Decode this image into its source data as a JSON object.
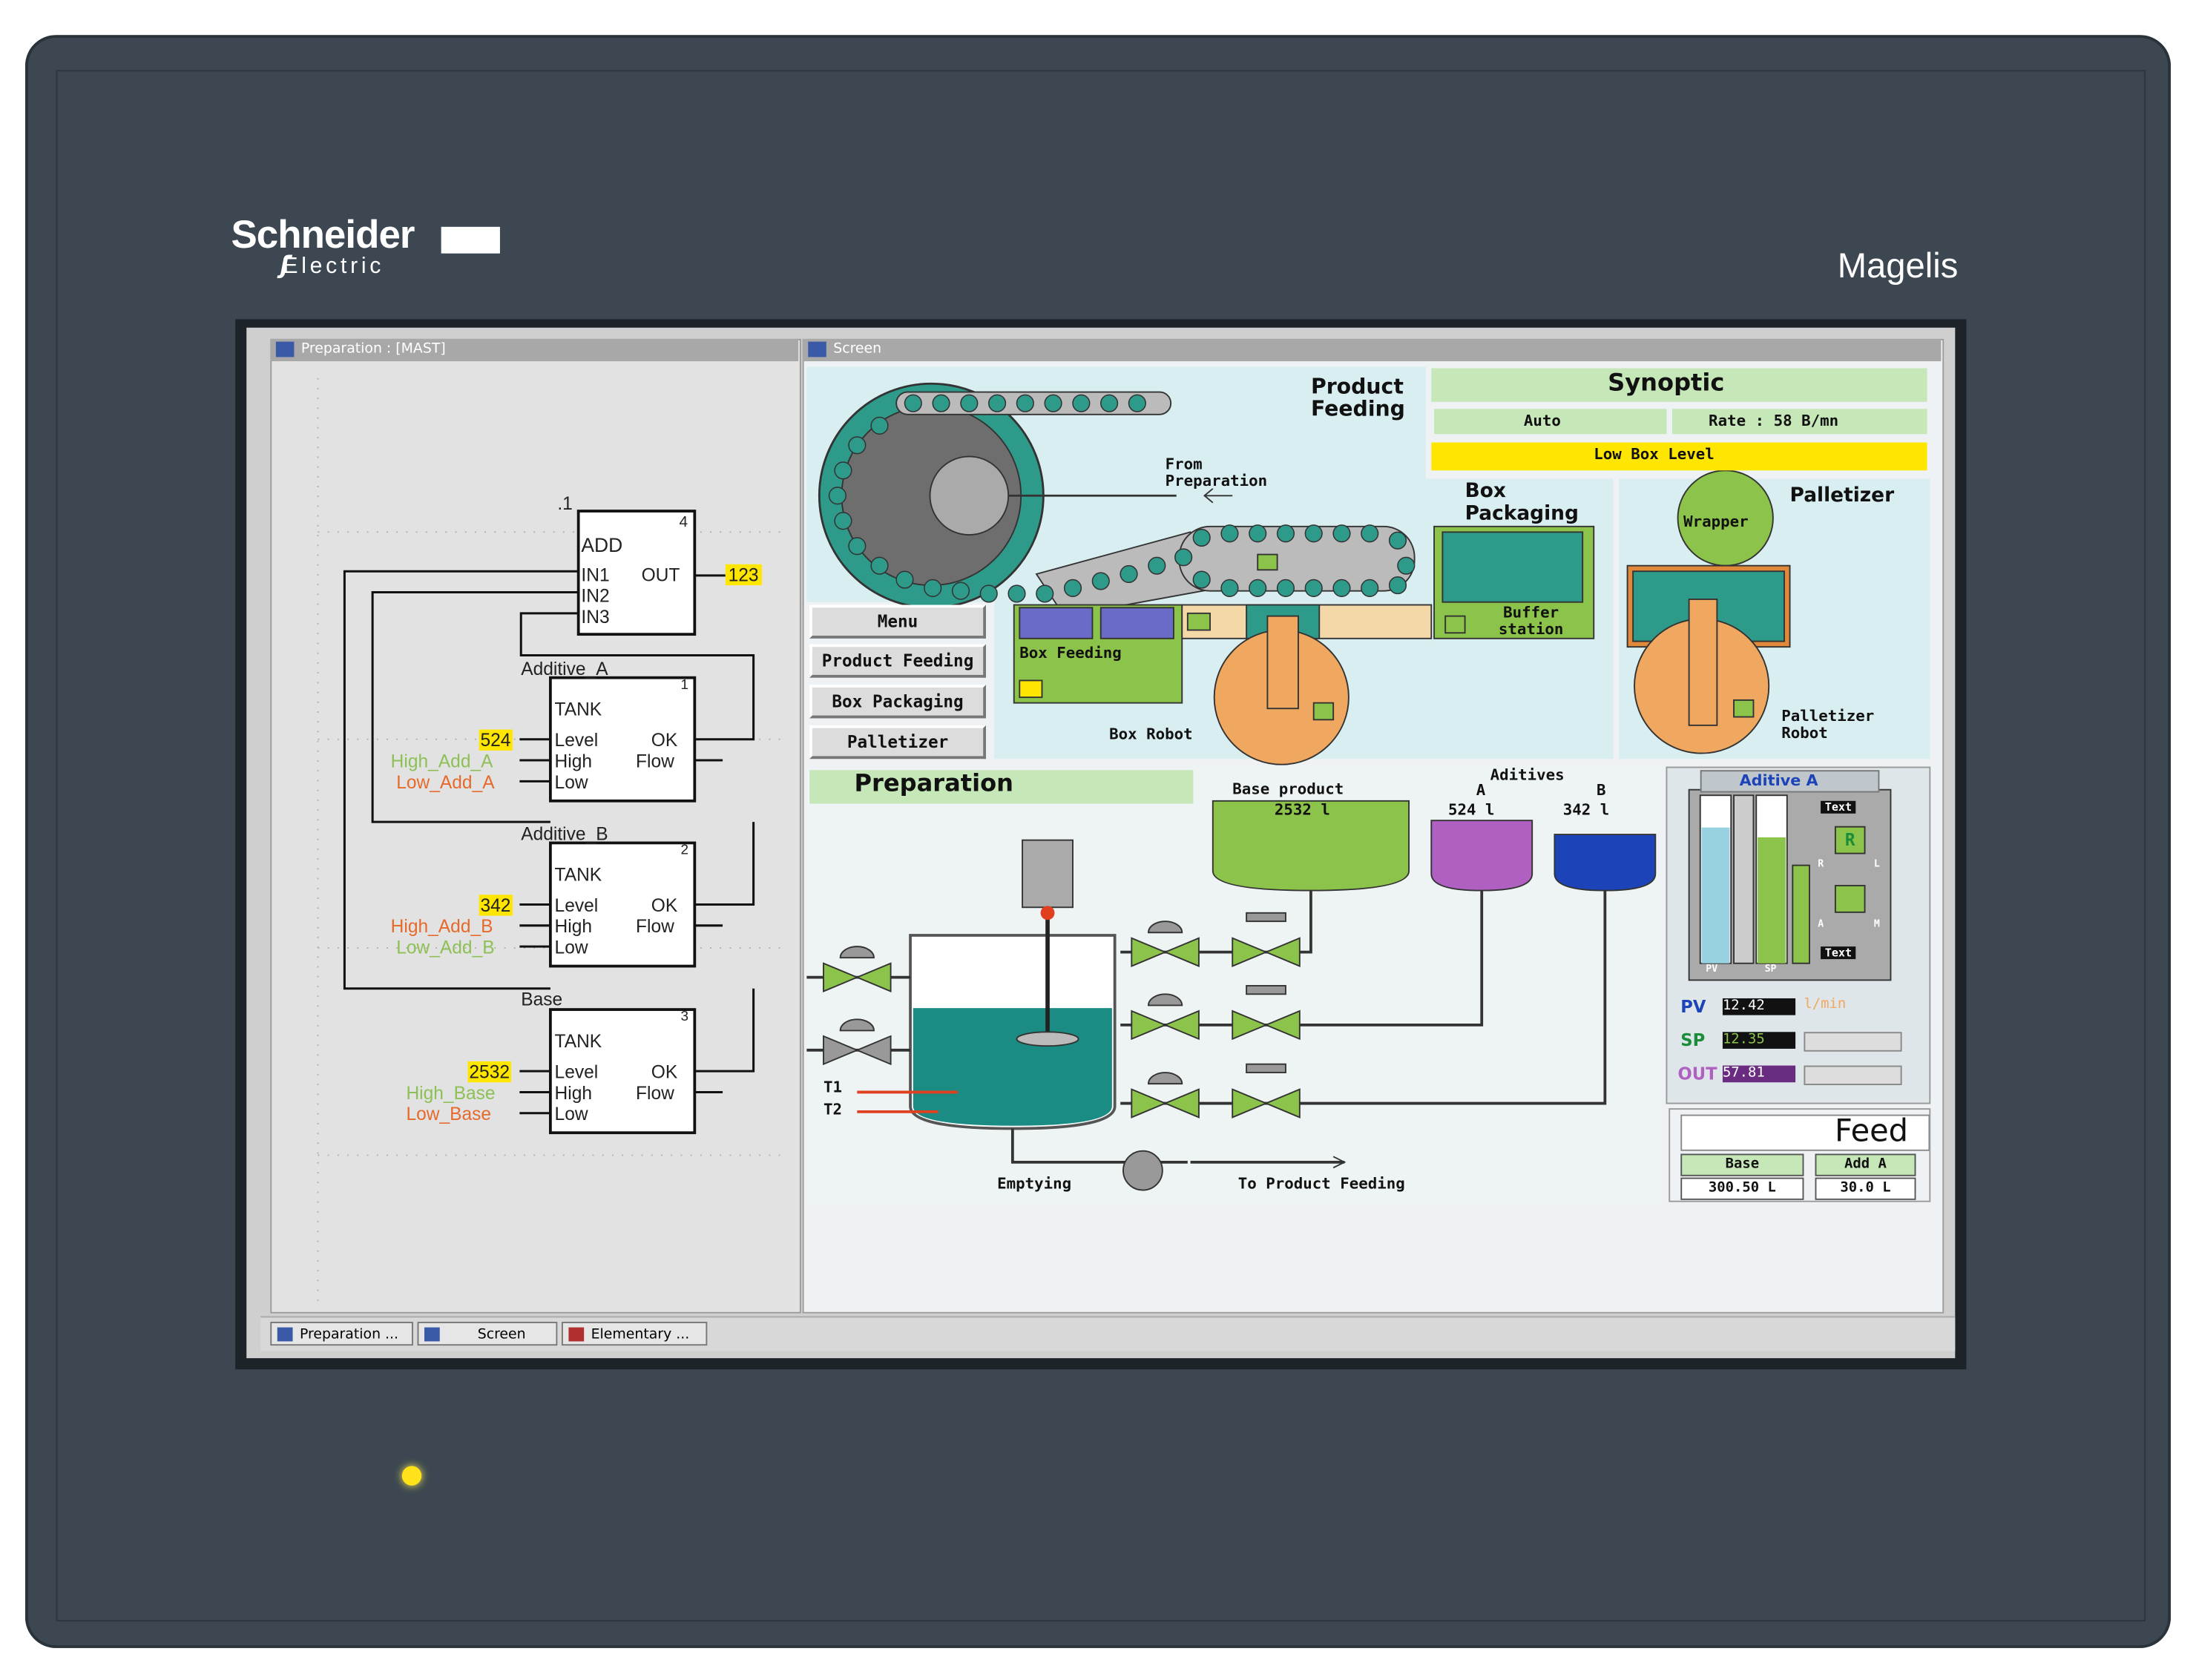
{
  "device": {
    "brand": "Schneider",
    "brand_sub": "Electric",
    "model": "Magelis"
  },
  "left_pane": {
    "title": "Preparation : [MAST]",
    "rung_number": ".1",
    "add_block": {
      "name": "ADD",
      "index": "4",
      "in1": "IN1",
      "in2": "IN2",
      "in3": "IN3",
      "out": "OUT",
      "out_value": "123"
    },
    "tanks": [
      {
        "header": "Additive_A",
        "index": "1",
        "name": "TANK",
        "level_value": "524",
        "high_label": "High_Add_A",
        "low_label": "Low_Add_A",
        "pin_level": "Level",
        "pin_high": "High",
        "pin_low": "Low",
        "pin_ok": "OK",
        "pin_flow": "Flow"
      },
      {
        "header": "Additive_B",
        "index": "2",
        "name": "TANK",
        "level_value": "342",
        "high_label": "High_Add_B",
        "low_label": "Low_Add_B",
        "pin_level": "Level",
        "pin_high": "High",
        "pin_low": "Low",
        "pin_ok": "OK",
        "pin_flow": "Flow"
      },
      {
        "header": "Base",
        "index": "3",
        "name": "TANK",
        "level_value": "2532",
        "high_label": "High_Base",
        "low_label": "Low_Base",
        "pin_level": "Level",
        "pin_high": "High",
        "pin_low": "Low",
        "pin_ok": "OK",
        "pin_flow": "Flow"
      }
    ]
  },
  "right_pane": {
    "title": "Screen",
    "product_feeding": "Product\nFeeding",
    "from_preparation": "From\nPreparation",
    "synoptic": {
      "title": "Synoptic",
      "mode": "Auto",
      "rate": "Rate : 58 B/mn",
      "alarm": "Low Box Level"
    },
    "box_packaging": "Box\nPackaging",
    "buffer_station": "Buffer\nstation",
    "palletizer": "Palletizer",
    "wrapper": "Wrapper",
    "palletizer_robot": "Palletizer\nRobot",
    "box_feeding": "Box Feeding",
    "box_robot": "Box Robot",
    "menu": {
      "title": "Menu",
      "items": [
        "Product Feeding",
        "Box Packaging",
        "Palletizer"
      ]
    },
    "preparation": {
      "title": "Preparation",
      "base_product_label": "Base product",
      "base_product_value": "2532 l",
      "aditives_label": "Aditives",
      "add_a_label": "A",
      "add_a_value": "524 l",
      "add_b_label": "B",
      "add_b_value": "342 l",
      "t1": "T1",
      "t2": "T2",
      "emptying": "Emptying",
      "to_product_feeding": "To Product Feeding"
    },
    "aditive_panel": {
      "title": "Aditive A",
      "text_top": "Text",
      "text_bottom": "Text",
      "r_button": "R",
      "r_label": "R",
      "l_label": "L",
      "a_label": "A",
      "m_label": "M",
      "pv_scale": "PV",
      "sp_scale": "SP",
      "pv_label": "PV",
      "pv_value": "12.42",
      "unit": "l/min",
      "sp_label": "SP",
      "sp_value": "12.35",
      "out_label": "OUT",
      "out_value": "57.81",
      "pv_fill": 0.82,
      "sp_fill": 0.76
    },
    "feed": {
      "title": "Feed",
      "base_label": "Base",
      "base_value": "300.50 L",
      "add_a_label": "Add A",
      "add_a_value": "30.0 L"
    }
  },
  "taskbar": {
    "items": [
      "Preparation ...",
      "Screen",
      "Elementary ..."
    ]
  },
  "colors": {
    "bezel": "#3c4751",
    "process_green": "#8cc34a",
    "tank_teal": "#1a8c84",
    "additive_a": "#b060c0",
    "additive_b": "#1c44b8",
    "highlight": "#ffe600",
    "conveyor_dot": "#2e9a8a",
    "robot_orange": "#f0a860"
  }
}
